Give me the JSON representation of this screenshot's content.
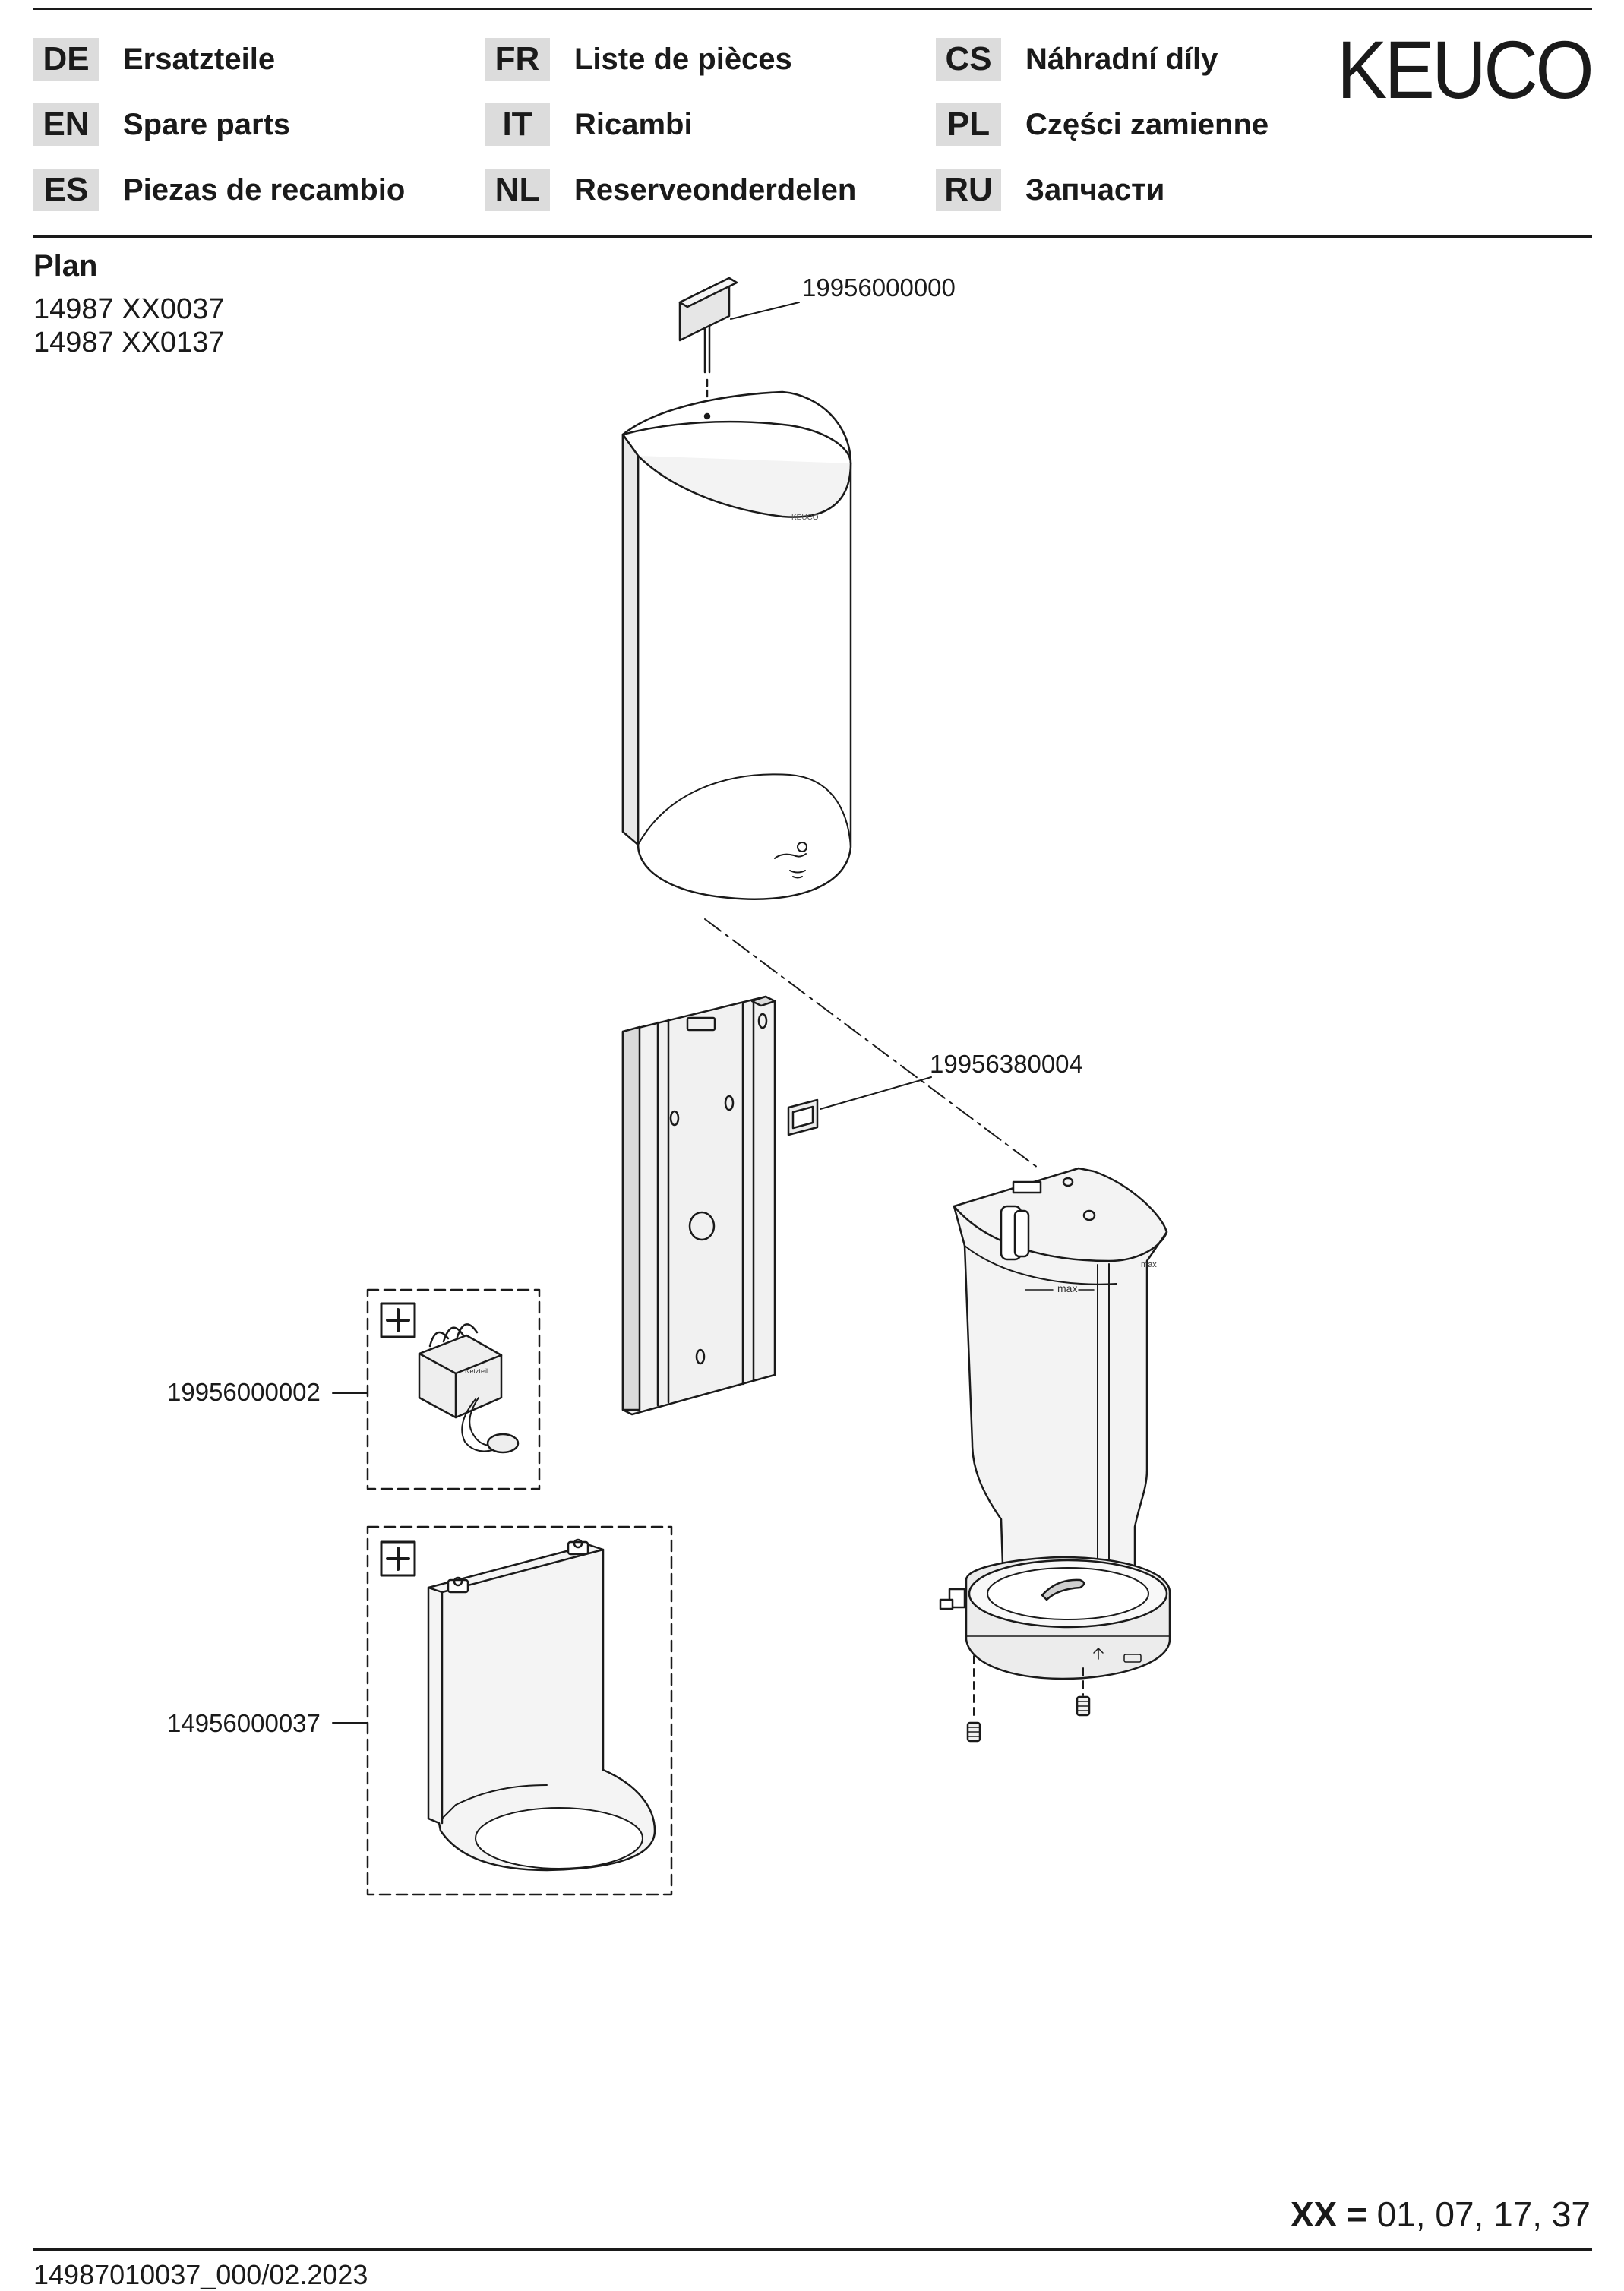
{
  "brand": "KEUCO",
  "languages": [
    {
      "code": "DE",
      "label": "Ersatzteile"
    },
    {
      "code": "EN",
      "label": "Spare parts"
    },
    {
      "code": "ES",
      "label": "Piezas de recambio"
    },
    {
      "code": "FR",
      "label": "Liste de pièces"
    },
    {
      "code": "IT",
      "label": "Ricambi"
    },
    {
      "code": "NL",
      "label": "Reserveonderdelen"
    },
    {
      "code": "CS",
      "label": "Náhradní díly"
    },
    {
      "code": "PL",
      "label": "Części zamienne"
    },
    {
      "code": "RU",
      "label": "Запчасти"
    }
  ],
  "product": {
    "series": "Plan",
    "models": [
      "14987 XX0037",
      "14987 XX0137"
    ]
  },
  "parts": [
    {
      "number": "19956000000",
      "description": "key"
    },
    {
      "number": "19956380004",
      "description": "window"
    },
    {
      "number": "19956000002",
      "description": "power supply"
    },
    {
      "number": "14956000037",
      "description": "drip tray"
    }
  ],
  "dispenser_marks": {
    "cover_logo": "KEUCO",
    "fill_mark": "max",
    "module_label": "Netzteil"
  },
  "variants": {
    "label": "XX =",
    "values": "01, 07, 17, 37"
  },
  "footer": {
    "doc_id": "14987010037_000/02.2023"
  }
}
